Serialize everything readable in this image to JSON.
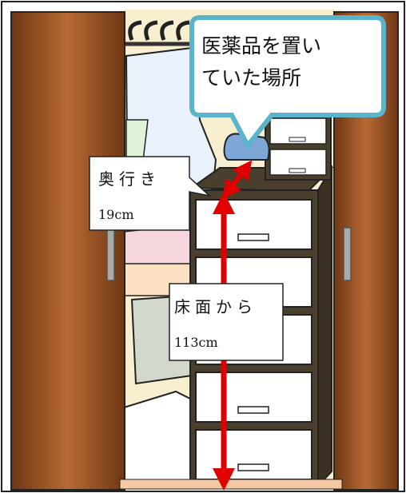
{
  "callout": {
    "line1": "医薬品を置い",
    "line2": "ていた場所"
  },
  "depth_label": {
    "title": "奥行き",
    "value": "19cm"
  },
  "height_label": {
    "title": "床面から",
    "value": "113cm"
  },
  "colors": {
    "door_wood": "#8b4a22",
    "door_wood_light": "#b86a33",
    "cabinet_dark": "#4a3f2c",
    "drawer_white": "#ffffff",
    "arrow_red": "#e00000",
    "callout_border": "#5ab4cc",
    "medicine_blue": "#7fa7d6"
  }
}
